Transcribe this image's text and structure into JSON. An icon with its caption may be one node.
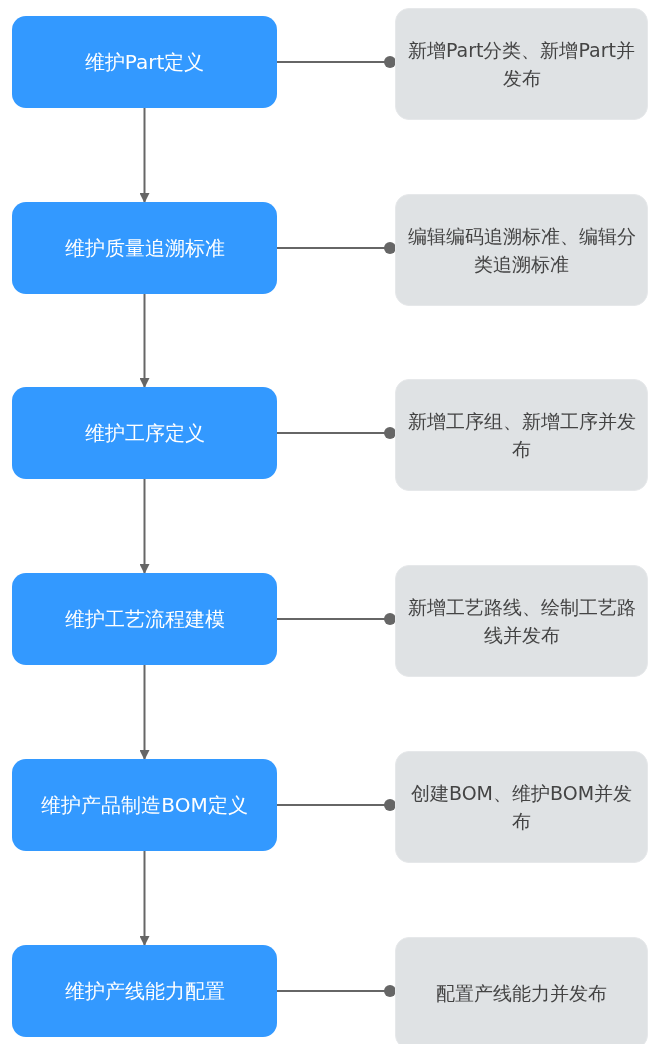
{
  "diagram": {
    "nodes": [
      {
        "text": [
          "维护Part定义"
        ]
      },
      {
        "text": [
          "新增Part分类、新增Part并发布"
        ]
      },
      {
        "text": [
          "维护质量追溯标准"
        ]
      },
      {
        "text": [
          "编辑编码追溯标准、编辑分类追溯标准"
        ]
      },
      {
        "text": [
          "维护工序定义"
        ]
      },
      {
        "text": [
          "新增工序组、新增工序并发布"
        ]
      },
      {
        "text": [
          "维护工艺流程建模"
        ]
      },
      {
        "text": [
          "新增工艺路线、绘制工艺路线并发布"
        ]
      },
      {
        "text": [
          "维护产品制造BOM定义"
        ]
      },
      {
        "text": [
          "创建BOM、维护BOM并发布"
        ]
      },
      {
        "text": [
          "维护产线能力配置"
        ]
      },
      {
        "text": [
          "配置产线能力并发布"
        ]
      }
    ],
    "edges": [
      {
        "from": 0,
        "to": 1,
        "arrow": "other"
      },
      {
        "from": 0,
        "to": 2,
        "arrow": "to"
      },
      {
        "from": 2,
        "to": 3,
        "arrow": "other"
      },
      {
        "from": 2,
        "to": 4,
        "arrow": "to"
      },
      {
        "from": 4,
        "to": 5,
        "arrow": "other"
      },
      {
        "from": 4,
        "to": 6,
        "arrow": "to"
      },
      {
        "from": 6,
        "to": 7,
        "arrow": "other"
      },
      {
        "from": 6,
        "to": 8,
        "arrow": "to"
      },
      {
        "from": 8,
        "to": 9,
        "arrow": "other"
      },
      {
        "from": 8,
        "to": 10,
        "arrow": "to"
      },
      {
        "from": 10,
        "to": 11,
        "arrow": "other"
      }
    ]
  }
}
